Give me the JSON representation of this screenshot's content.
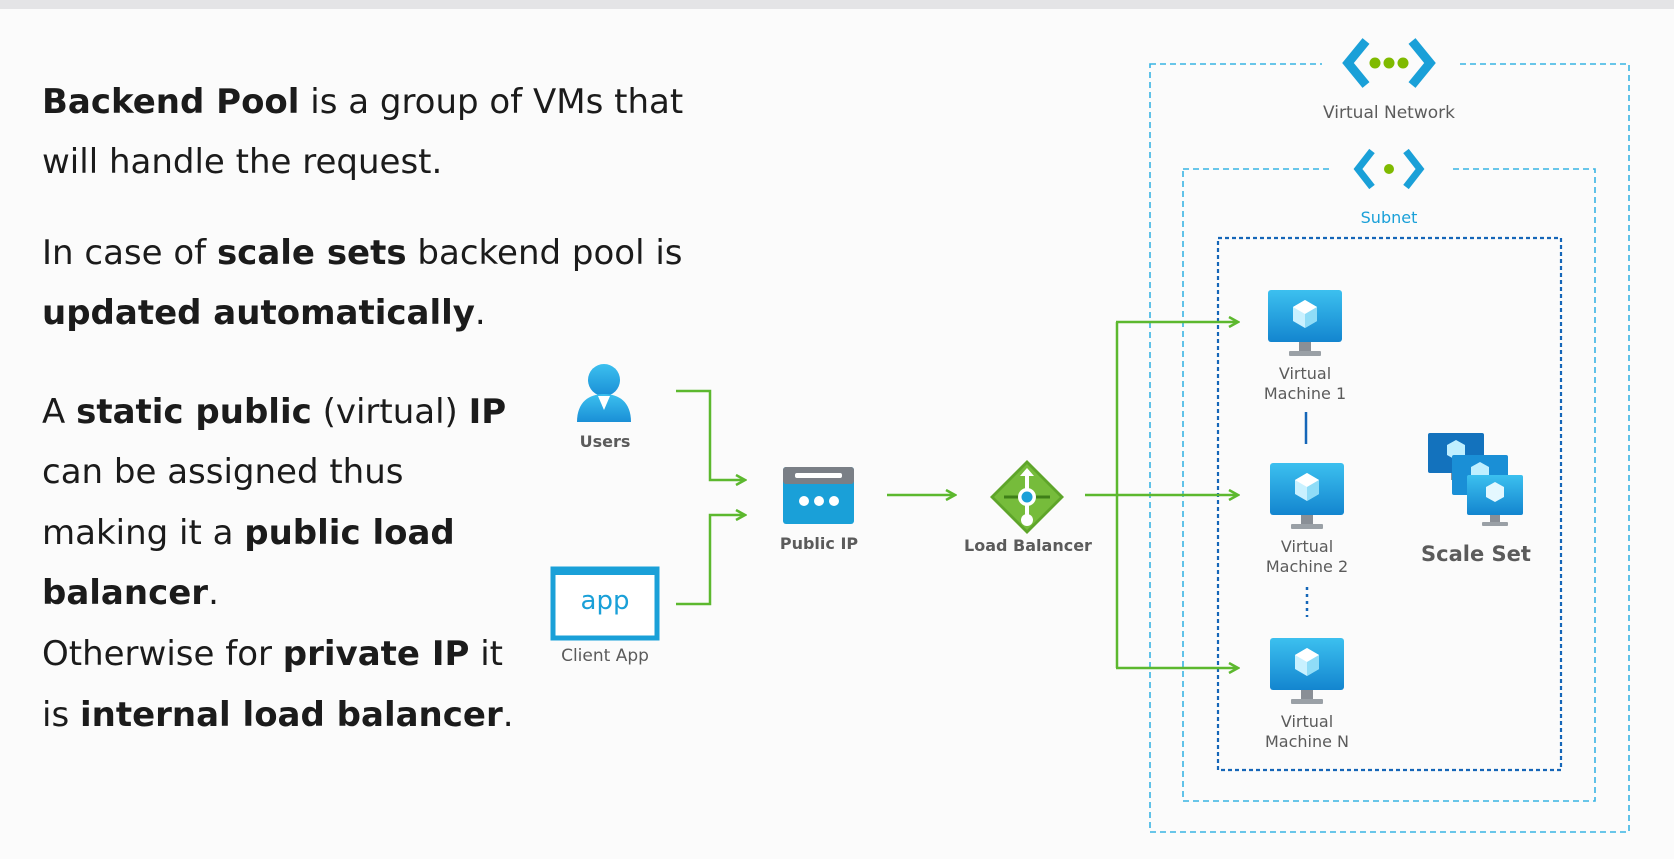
{
  "text": {
    "p1": {
      "b1": "Backend Pool",
      "t1": " is a group of VMs that",
      "t2": "will handle the request."
    },
    "p2": {
      "t1": "In case of ",
      "b1": "scale sets",
      "t2": " backend pool is",
      "b2": "updated automatically",
      "t3": "."
    },
    "p3": {
      "t1": "A ",
      "b1": "static public",
      "t2": " (virtual) ",
      "b2": "IP",
      "t3": "can be assigned thus",
      "t4": "making it a ",
      "b3": "public load",
      "b4": "balancer",
      "t5": "."
    },
    "p4": {
      "t1": "Otherwise for ",
      "b1": "private IP",
      "t2": " it",
      "t3": "is ",
      "b2": "internal load balancer",
      "t4": "."
    }
  },
  "diagram": {
    "users": "Users",
    "client_app": "Client App",
    "app_icon_text": "app",
    "public_ip": "Public IP",
    "load_balancer": "Load Balancer",
    "virtual_network": "Virtual Network",
    "subnet": "Subnet",
    "vm1": {
      "line1": "Virtual",
      "line2": "Machine 1"
    },
    "vm2": {
      "line1": "Virtual",
      "line2": "Machine 2"
    },
    "vmn": {
      "line1": "Virtual",
      "line2": "Machine N"
    },
    "scale_set": "Scale Set"
  },
  "colors": {
    "arrow_green": "#5cb82e",
    "azure_blue": "#1a9ddb",
    "dashed_light": "#39b4e3",
    "dashed_dark": "#1566b8"
  }
}
